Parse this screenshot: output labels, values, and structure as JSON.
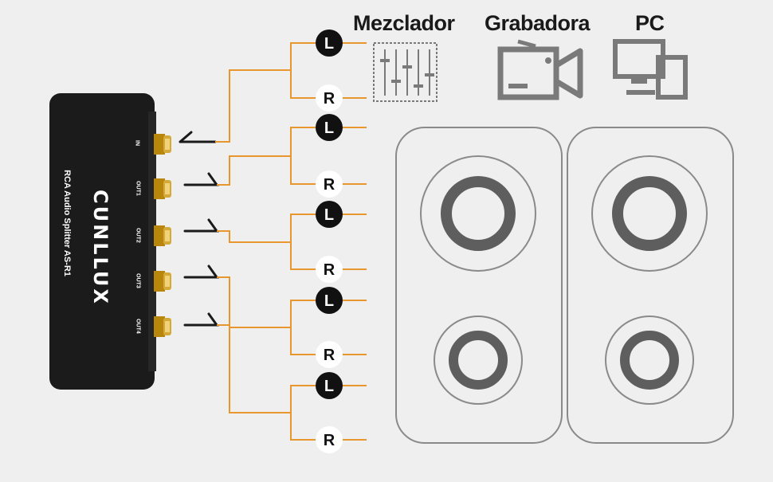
{
  "devices": {
    "mixer": {
      "label": "Mezclador",
      "icon": "mixer-icon"
    },
    "recorder": {
      "label": "Grabadora",
      "icon": "video-camera-icon"
    },
    "pc": {
      "label": "PC",
      "icon": "computer-monitor-icon"
    }
  },
  "splitter": {
    "brand": "CUNLLUX",
    "model_line1": "RCA Audio Splitter AS-R1",
    "ports": [
      "IN",
      "OUT1",
      "OUT2",
      "OUT3",
      "OUT4"
    ]
  },
  "channels": {
    "left": "L",
    "right": "R"
  },
  "colors": {
    "wire": "#e8962e",
    "device_body": "#1b1b1b",
    "icon_gray": "#7a7a7a",
    "speaker_ring": "#5e5e5e",
    "background": "#efefef"
  }
}
